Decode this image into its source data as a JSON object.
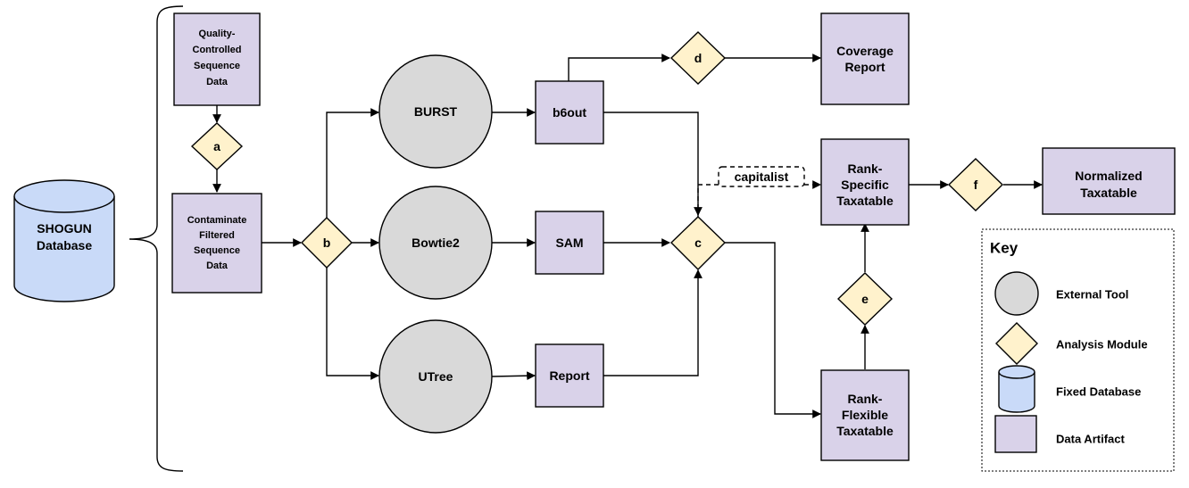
{
  "colors": {
    "artifact_fill": "#d9d2e9",
    "tool_fill": "#d9d9d9",
    "module_fill": "#fff2cc",
    "database_fill": "#c9daf8",
    "stroke": "#000000"
  },
  "nodes": {
    "shogun_db": [
      "SHOGUN",
      "Database"
    ],
    "qc_data": [
      "Quality-",
      "Controlled",
      "Sequence",
      "Data"
    ],
    "module_a": "a",
    "contaminate_filtered": [
      "Contaminate",
      "Filtered",
      "Sequence",
      "Data"
    ],
    "module_b": "b",
    "burst": "BURST",
    "bowtie2": "Bowtie2",
    "utree": "UTree",
    "b6out": "b6out",
    "sam": "SAM",
    "report": "Report",
    "module_c": "c",
    "module_d": "d",
    "coverage_report": [
      "Coverage",
      "Report"
    ],
    "capitalist": "capitalist",
    "rank_specific": [
      "Rank-",
      "Specific",
      "Taxatable"
    ],
    "module_f": "f",
    "normalized_taxatable": [
      "Normalized",
      "Taxatable"
    ],
    "module_e": "e",
    "rank_flexible": [
      "Rank-",
      "Flexible",
      "Taxatable"
    ]
  },
  "key": {
    "title": "Key",
    "items": [
      {
        "shape": "circle",
        "label": "External Tool"
      },
      {
        "shape": "diamond",
        "label": "Analysis Module"
      },
      {
        "shape": "cylinder",
        "label": "Fixed Database"
      },
      {
        "shape": "rect",
        "label": "Data Artifact"
      }
    ]
  }
}
